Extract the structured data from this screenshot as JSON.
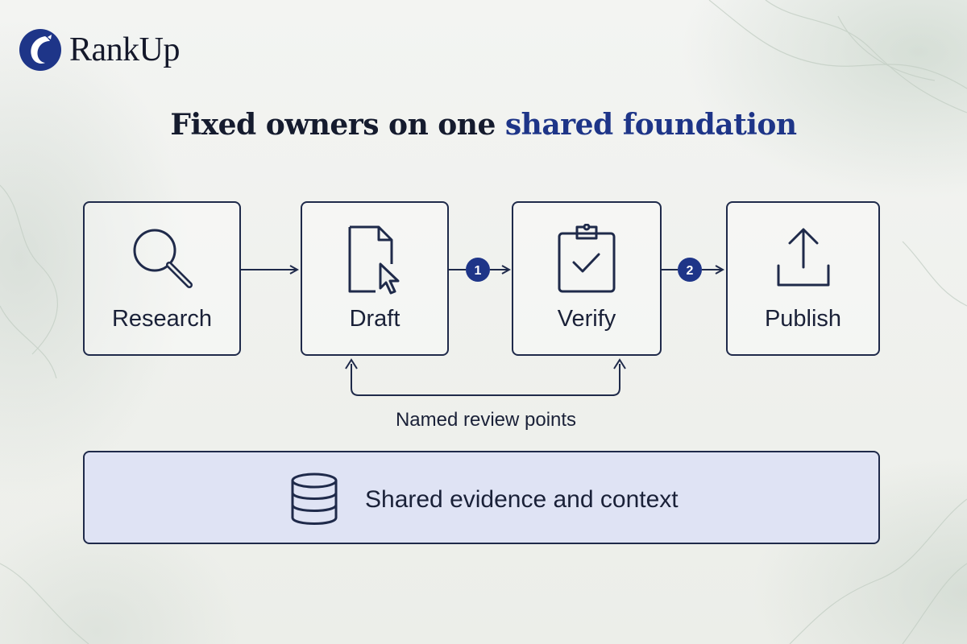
{
  "brand": {
    "name": "RankUp"
  },
  "title": {
    "lead": "Fixed owners on one ",
    "highlight": "shared foundation"
  },
  "steps": [
    {
      "label": "Research",
      "icon": "magnifier-icon"
    },
    {
      "label": "Draft",
      "icon": "document-cursor-icon"
    },
    {
      "label": "Verify",
      "icon": "clipboard-check-icon"
    },
    {
      "label": "Publish",
      "icon": "upload-icon"
    }
  ],
  "review_points": [
    {
      "number": "1"
    },
    {
      "number": "2"
    }
  ],
  "loop": {
    "label": "Named review points"
  },
  "foundation": {
    "label": "Shared evidence and context",
    "icon": "database-icon"
  },
  "colors": {
    "ink": "#1f2a4a",
    "accent": "#1e3588",
    "foundation_fill": "#dfe3f4",
    "background": "#eef0ee"
  }
}
